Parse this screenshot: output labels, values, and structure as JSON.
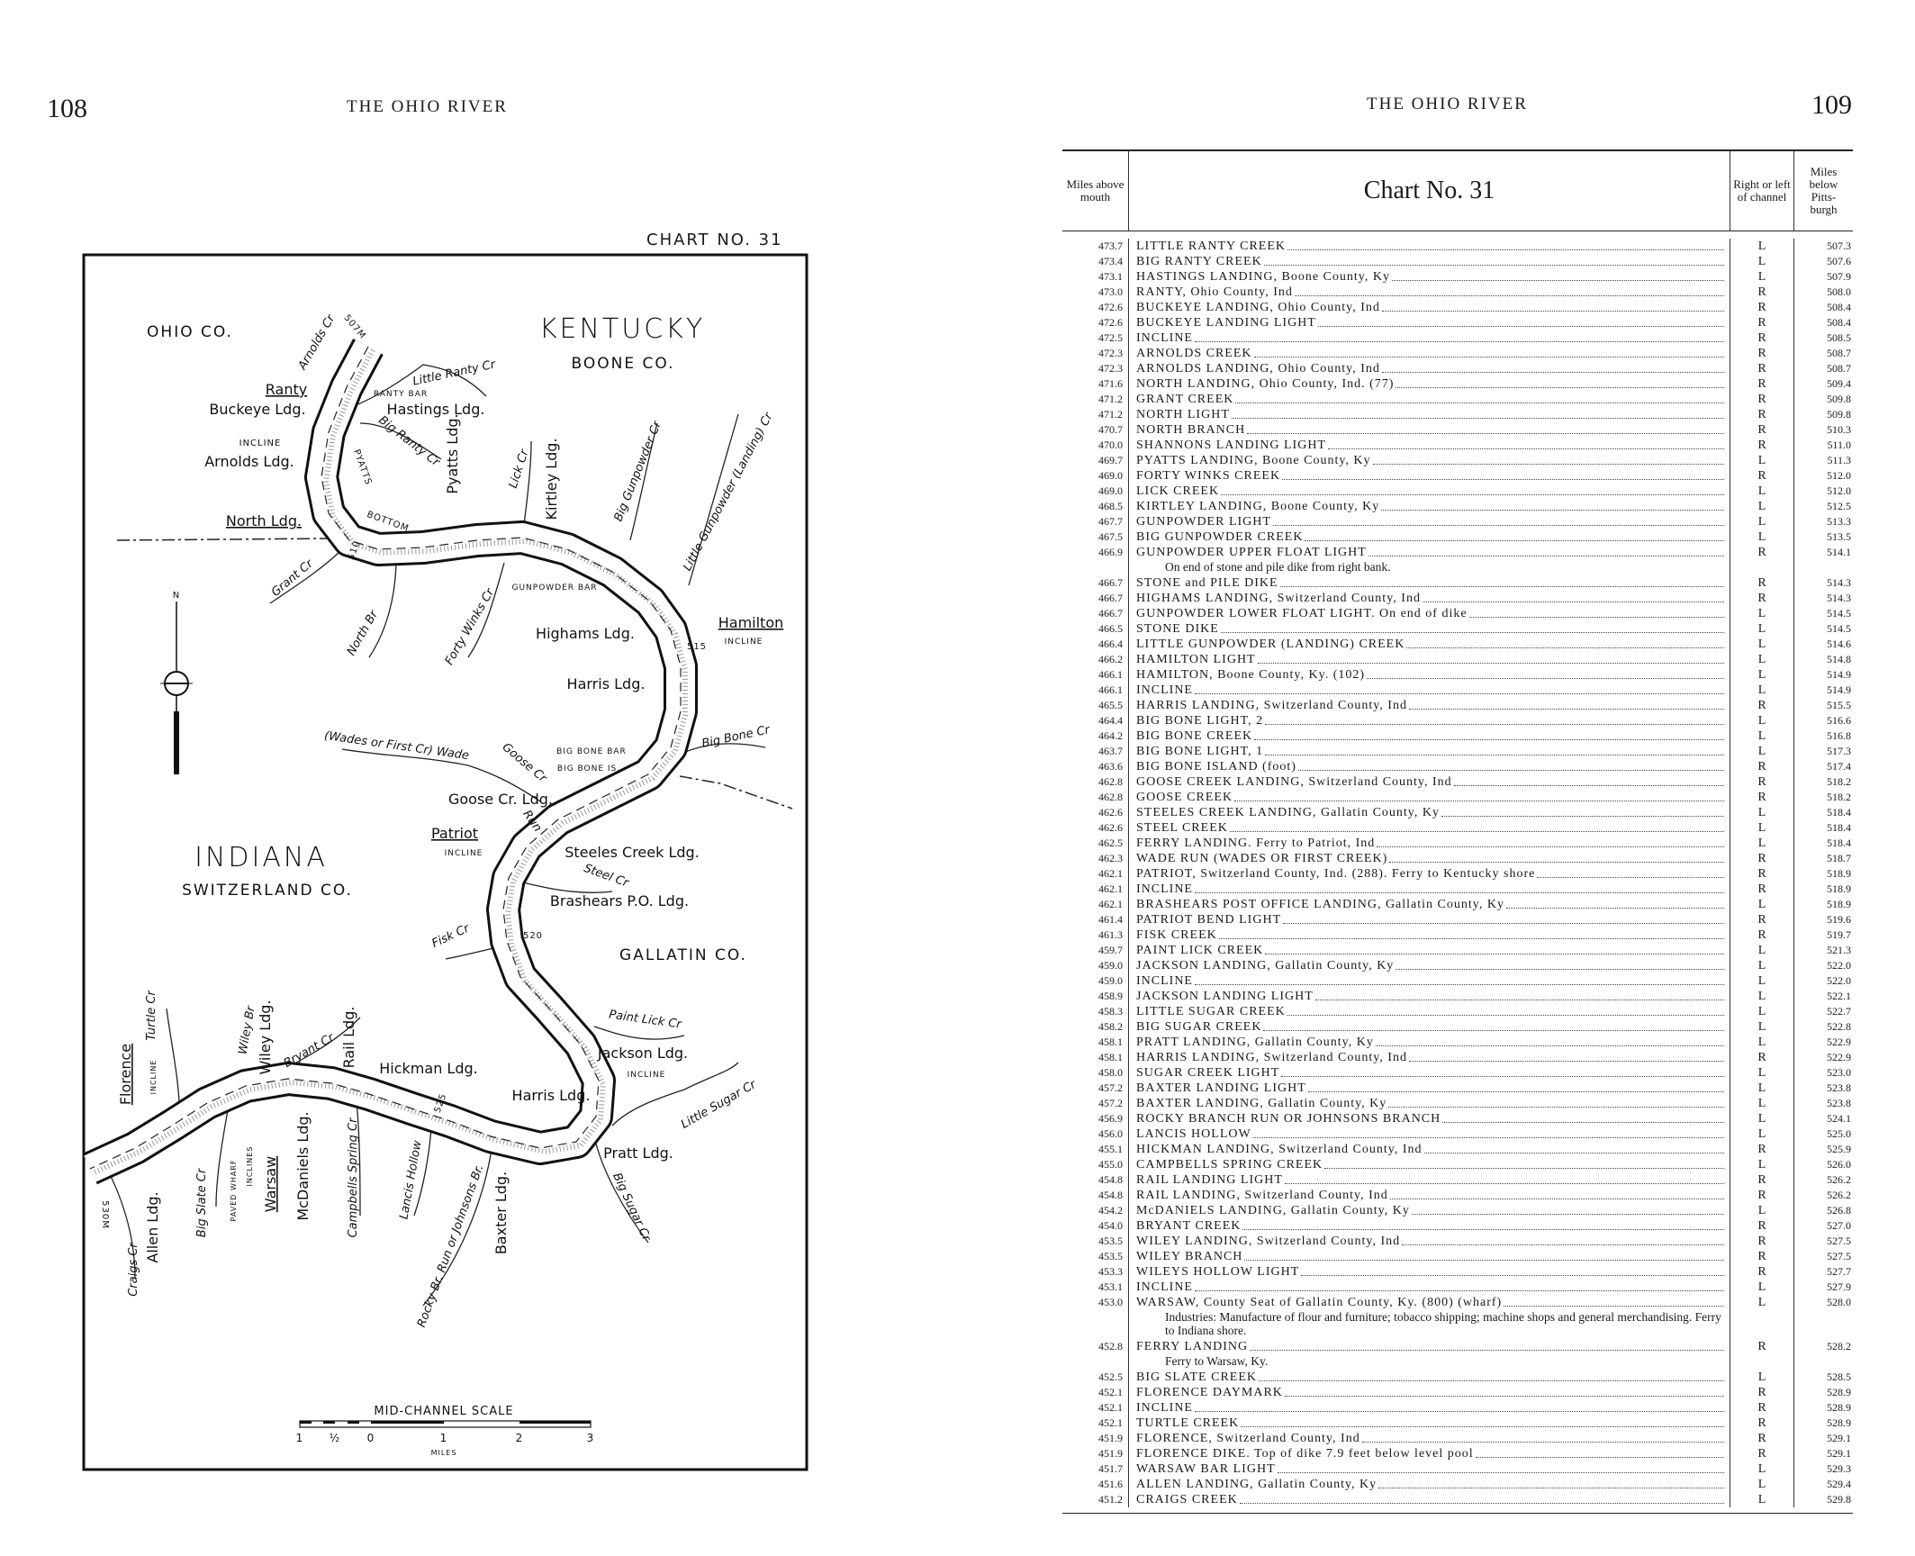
{
  "left_page": {
    "page_number": "108",
    "running_head": "THE OHIO RIVER",
    "chart_label": "CHART NO. 31",
    "map": {
      "states": {
        "kentucky": "KENTUCKY",
        "indiana": "INDIANA"
      },
      "counties": {
        "ohio": "OHIO CO.",
        "boone": "BOONE CO.",
        "switzerland": "SWITZERLAND CO.",
        "gallatin": "GALLATIN CO."
      },
      "places": {
        "ranty": "Ranty",
        "buckeye": "Buckeye Ldg.",
        "incline1": "INCLINE",
        "arnolds": "Arnolds Ldg.",
        "north": "North Ldg.",
        "hastings": "Hastings Ldg.",
        "ranty_bar": "RANTY BAR",
        "pyatts": "Pyatts Ldg.",
        "kirtley": "Kirtley Ldg.",
        "pyatts_bottom_a": "PYATTS",
        "pyatts_bottom_b": "BOTTOM",
        "gunpowder_bar": "GUNPOWDER BAR",
        "highams": "Highams Ldg.",
        "hamilton": "Hamilton",
        "incline2": "INCLINE",
        "harris1": "Harris Ldg.",
        "big_bone_bar": "BIG BONE BAR",
        "big_bone_is": "BIG BONE IS.",
        "goose_ldg": "Goose Cr. Ldg.",
        "patriot": "Patriot",
        "incline3": "INCLINE",
        "steeles": "Steeles Creek Ldg.",
        "brashears": "Brashears P.O. Ldg.",
        "jackson": "Jackson Ldg.",
        "incline4": "INCLINE",
        "hickman": "Hickman Ldg.",
        "harris2": "Harris Ldg.",
        "pratt": "Pratt Ldg.",
        "baxter": "Baxter Ldg.",
        "mcdaniels": "McDaniels Ldg.",
        "warsaw": "Warsaw",
        "paved_wharf": "PAVED WHARF",
        "inclines": "INCLINES",
        "allen": "Allen Ldg.",
        "florence": "Florence",
        "incline5": "INCLINE",
        "wiley": "Wiley Ldg.",
        "rail": "Rail Ldg."
      },
      "streams": {
        "arnolds_cr": "Arnolds Cr",
        "little_ranty": "Little Ranty Cr",
        "big_ranty": "Big Ranty Cr",
        "lick": "Lick Cr",
        "big_gunpowder": "Big Gunpowder Cr",
        "little_gunpowder": "Little Gunpowder (Landing) Cr",
        "grant": "Grant Cr",
        "north_br": "North Br",
        "forty_winks": "Forty Winks Cr",
        "big_bone": "Big Bone Cr",
        "wades": "(Wades or First Cr) Wade",
        "run": "Run",
        "goose": "Goose Cr",
        "steel": "Steel Cr",
        "fisk": "Fisk Cr",
        "paint_lick": "Paint Lick Cr",
        "little_sugar": "Little Sugar Cr",
        "big_sugar": "Big Sugar Cr",
        "rocky": "Rocky Br. Run or Johnsons Br.",
        "lancis": "Lancis Hollow",
        "campbells": "Campbells Spring Cr",
        "big_slate": "Big Slate Cr",
        "craigs": "Craigs Cr",
        "turtle": "Turtle Cr",
        "wiley_br": "Wiley Br",
        "bryant": "Bryant Cr"
      },
      "mileposts": {
        "m507": "507M",
        "m510": "510",
        "m515": "515",
        "m520": "520",
        "m525": "525",
        "m530": "530M"
      },
      "compass": "N",
      "scale": {
        "title": "MID-CHANNEL SCALE",
        "ticks": [
          "1",
          "½",
          "0",
          "1",
          "2",
          "3"
        ],
        "unit": "MILES"
      }
    }
  },
  "right_page": {
    "page_number": "109",
    "running_head": "THE OHIO RIVER",
    "table": {
      "headers": {
        "above": "Miles above mouth",
        "title": "Chart No. 31",
        "side": "Right or left of channel",
        "below": "Miles below Pitts- burgh"
      },
      "rows": [
        [
          "473.7",
          "LITTLE RANTY CREEK",
          "L",
          "507.3"
        ],
        [
          "473.4",
          "BIG RANTY CREEK",
          "L",
          "507.6"
        ],
        [
          "473.1",
          "HASTINGS LANDING, Boone County, Ky",
          "L",
          "507.9"
        ],
        [
          "473.0",
          "RANTY, Ohio County, Ind",
          "R",
          "508.0"
        ],
        [
          "472.6",
          "BUCKEYE LANDING, Ohio County, Ind",
          "R",
          "508.4"
        ],
        [
          "472.6",
          "BUCKEYE LANDING LIGHT",
          "R",
          "508.4"
        ],
        [
          "472.5",
          "INCLINE",
          "R",
          "508.5"
        ],
        [
          "472.3",
          "ARNOLDS CREEK",
          "R",
          "508.7"
        ],
        [
          "472.3",
          "ARNOLDS LANDING, Ohio County, Ind",
          "R",
          "508.7"
        ],
        [
          "471.6",
          "NORTH LANDING, Ohio County, Ind. (77)",
          "R",
          "509.4"
        ],
        [
          "471.2",
          "GRANT CREEK",
          "R",
          "509.8"
        ],
        [
          "471.2",
          "NORTH LIGHT",
          "R",
          "509.8"
        ],
        [
          "470.7",
          "NORTH BRANCH",
          "R",
          "510.3"
        ],
        [
          "470.0",
          "SHANNONS LANDING LIGHT",
          "R",
          "511.0"
        ],
        [
          "469.7",
          "PYATTS LANDING, Boone County, Ky",
          "L",
          "511.3"
        ],
        [
          "469.0",
          "FORTY WINKS CREEK",
          "R",
          "512.0"
        ],
        [
          "469.0",
          "LICK CREEK",
          "L",
          "512.0"
        ],
        [
          "468.5",
          "KIRTLEY LANDING, Boone County, Ky",
          "L",
          "512.5"
        ],
        [
          "467.7",
          "GUNPOWDER LIGHT",
          "L",
          "513.3"
        ],
        [
          "467.5",
          "BIG GUNPOWDER CREEK",
          "L",
          "513.5"
        ],
        [
          "466.9",
          "GUNPOWDER UPPER FLOAT LIGHT",
          "R",
          "514.1",
          "On end of stone and pile dike from right bank."
        ],
        [
          "466.7",
          "STONE and PILE DIKE",
          "R",
          "514.3"
        ],
        [
          "466.7",
          "HIGHAMS LANDING, Switzerland County, Ind",
          "R",
          "514.3"
        ],
        [
          "466.7",
          "GUNPOWDER LOWER FLOAT LIGHT.  On end of dike",
          "L",
          "514.5"
        ],
        [
          "466.5",
          "STONE DIKE",
          "L",
          "514.5"
        ],
        [
          "466.4",
          "LITTLE GUNPOWDER (LANDING) CREEK",
          "L",
          "514.6"
        ],
        [
          "466.2",
          "HAMILTON LIGHT",
          "L",
          "514.8"
        ],
        [
          "466.1",
          "HAMILTON, Boone County, Ky. (102)",
          "L",
          "514.9"
        ],
        [
          "466.1",
          "INCLINE",
          "L",
          "514.9"
        ],
        [
          "465.5",
          "HARRIS LANDING, Switzerland County, Ind",
          "R",
          "515.5"
        ],
        [
          "464.4",
          "BIG BONE LIGHT, 2",
          "L",
          "516.6"
        ],
        [
          "464.2",
          "BIG BONE CREEK",
          "L",
          "516.8"
        ],
        [
          "463.7",
          "BIG BONE LIGHT, 1",
          "L",
          "517.3"
        ],
        [
          "463.6",
          "BIG BONE ISLAND (foot)",
          "R",
          "517.4"
        ],
        [
          "462.8",
          "GOOSE CREEK LANDING, Switzerland County, Ind",
          "R",
          "518.2"
        ],
        [
          "462.8",
          "GOOSE CREEK",
          "R",
          "518.2"
        ],
        [
          "462.6",
          "STEELES CREEK LANDING, Gallatin County, Ky",
          "L",
          "518.4"
        ],
        [
          "462.6",
          "STEEL CREEK",
          "L",
          "518.4"
        ],
        [
          "462.5",
          "FERRY LANDING.  Ferry to Patriot, Ind",
          "L",
          "518.4"
        ],
        [
          "462.3",
          "WADE RUN (WADES OR FIRST CREEK)",
          "R",
          "518.7"
        ],
        [
          "462.1",
          "PATRIOT, Switzerland County, Ind. (288).  Ferry to Kentucky shore",
          "R",
          "518.9"
        ],
        [
          "462.1",
          "INCLINE",
          "R",
          "518.9"
        ],
        [
          "462.1",
          "BRASHEARS POST OFFICE LANDING, Gallatin County, Ky",
          "L",
          "518.9"
        ],
        [
          "461.4",
          "PATRIOT BEND LIGHT",
          "R",
          "519.6"
        ],
        [
          "461.3",
          "FISK CREEK",
          "R",
          "519.7"
        ],
        [
          "459.7",
          "PAINT LICK CREEK",
          "L",
          "521.3"
        ],
        [
          "459.0",
          "JACKSON LANDING, Gallatin County, Ky",
          "L",
          "522.0"
        ],
        [
          "459.0",
          "INCLINE",
          "L",
          "522.0"
        ],
        [
          "458.9",
          "JACKSON LANDING LIGHT",
          "L",
          "522.1"
        ],
        [
          "458.3",
          "LITTLE SUGAR CREEK",
          "L",
          "522.7"
        ],
        [
          "458.2",
          "BIG SUGAR CREEK",
          "L",
          "522.8"
        ],
        [
          "458.1",
          "PRATT LANDING, Gallatin County, Ky",
          "L",
          "522.9"
        ],
        [
          "458.1",
          "HARRIS  LANDING, Switzerland County, Ind",
          "R",
          "522.9"
        ],
        [
          "458.0",
          "SUGAR CREEK LIGHT",
          "L",
          "523.0"
        ],
        [
          "457.2",
          "BAXTER LANDING LIGHT",
          "L",
          "523.8"
        ],
        [
          "457.2",
          "BAXTER LANDING, Gallatin County, Ky",
          "L",
          "523.8"
        ],
        [
          "456.9",
          "ROCKY BRANCH RUN OR JOHNSONS BRANCH",
          "L",
          "524.1"
        ],
        [
          "456.0",
          "LANCIS HOLLOW",
          "L",
          "525.0"
        ],
        [
          "455.1",
          "HICKMAN LANDING, Switzerland County, Ind",
          "R",
          "525.9"
        ],
        [
          "455.0",
          "CAMPBELLS SPRING CREEK",
          "L",
          "526.0"
        ],
        [
          "454.8",
          "RAIL LANDING LIGHT",
          "R",
          "526.2"
        ],
        [
          "454.8",
          "RAIL LANDING, Switzerland County, Ind",
          "R",
          "526.2"
        ],
        [
          "454.2",
          "McDANIELS LANDING, Gallatin County, Ky",
          "L",
          "526.8"
        ],
        [
          "454.0",
          "BRYANT CREEK",
          "R",
          "527.0"
        ],
        [
          "453.5",
          "WILEY LANDING, Switzerland County, Ind",
          "R",
          "527.5"
        ],
        [
          "453.5",
          "WILEY BRANCH",
          "R",
          "527.5"
        ],
        [
          "453.3",
          "WILEYS HOLLOW LIGHT",
          "R",
          "527.7"
        ],
        [
          "453.1",
          "INCLINE",
          "L",
          "527.9"
        ],
        [
          "453.0",
          "WARSAW, County Seat of Gallatin County, Ky. (800) (wharf)",
          "L",
          "528.0",
          "Industries: Manufacture of flour and furniture; tobacco shipping; machine shops and general merchandising.   Ferry to Indiana shore."
        ],
        [
          "452.8",
          "FERRY LANDING",
          "R",
          "528.2",
          "Ferry to Warsaw, Ky."
        ],
        [
          "452.5",
          "BIG SLATE CREEK",
          "L",
          "528.5"
        ],
        [
          "452.1",
          "FLORENCE DAYMARK",
          "R",
          "528.9"
        ],
        [
          "452.1",
          "INCLINE",
          "R",
          "528.9"
        ],
        [
          "452.1",
          "TURTLE CREEK",
          "R",
          "528.9"
        ],
        [
          "451.9",
          "FLORENCE, Switzerland County, Ind",
          "R",
          "529.1"
        ],
        [
          "451.9",
          "FLORENCE DIKE.   Top of dike 7.9 feet below level pool",
          "R",
          "529.1"
        ],
        [
          "451.7",
          "WARSAW BAR LIGHT",
          "L",
          "529.3"
        ],
        [
          "451.6",
          "ALLEN LANDING, Gallatin County, Ky",
          "L",
          "529.4"
        ],
        [
          "451.2",
          "CRAIGS CREEK",
          "L",
          "529.8"
        ]
      ]
    }
  }
}
